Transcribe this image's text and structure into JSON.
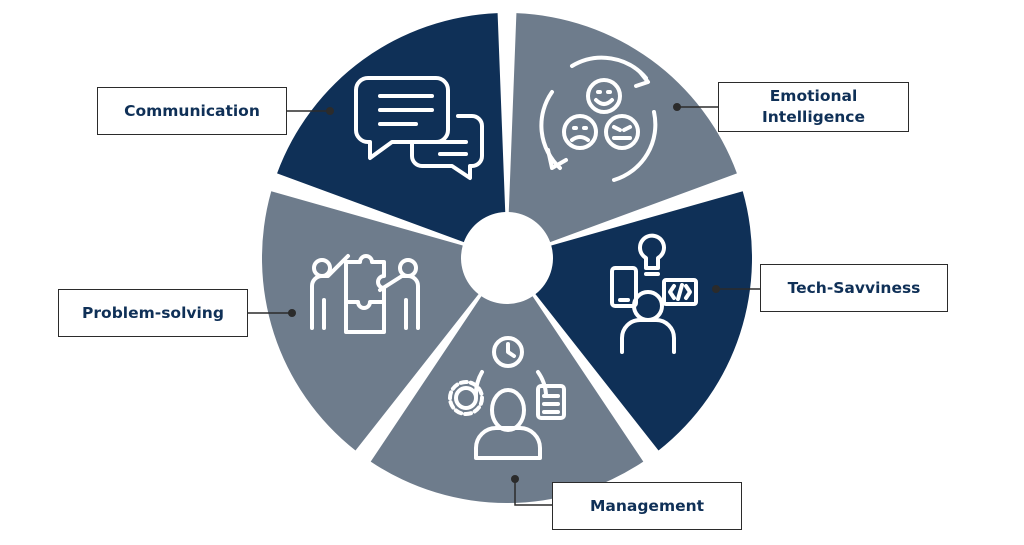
{
  "colors": {
    "dark_navy": "#0f3057",
    "slate_gray": "#6e7c8c",
    "connector": "#2b2b2b",
    "label_text": "#0f3057"
  },
  "segments": [
    {
      "id": "communication",
      "label": "Communication",
      "icon": "speech-bubbles-icon",
      "color": "dark_navy"
    },
    {
      "id": "emotional",
      "label_lines": [
        "Emotional",
        "Intelligence"
      ],
      "icon": "emotion-faces-cycle-icon",
      "color": "slate_gray"
    },
    {
      "id": "tech",
      "label": "Tech-Savviness",
      "icon": "person-device-code-lightbulb-icon",
      "color": "dark_navy"
    },
    {
      "id": "management",
      "label": "Management",
      "icon": "manager-gear-clock-clipboard-icon",
      "color": "slate_gray"
    },
    {
      "id": "problem",
      "label": "Problem-solving",
      "icon": "team-puzzle-icon",
      "color": "slate_gray"
    }
  ]
}
